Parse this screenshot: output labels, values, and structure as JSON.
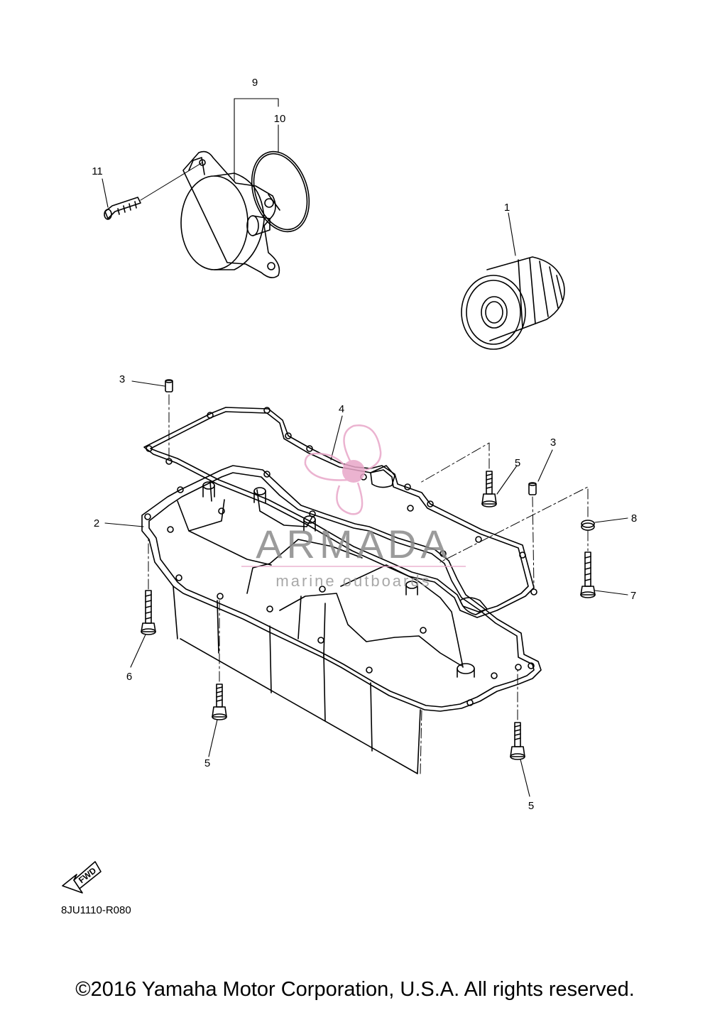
{
  "callouts": {
    "c1": "1",
    "c2": "2",
    "c3a": "3",
    "c3b": "3",
    "c4": "4",
    "c5a": "5",
    "c5b": "5",
    "c5c": "5",
    "c6": "6",
    "c7": "7",
    "c8": "8",
    "c9": "9",
    "c10": "10",
    "c11": "11"
  },
  "fwd_label": "FWD",
  "diagram_code": "8JU1110-R080",
  "watermark": {
    "title": "ARMADA",
    "subtitle": "marine outboards",
    "accent": "#e8a6c8"
  },
  "copyright": "©2016 Yamaha Motor Corporation, U.S.A. All rights reserved."
}
